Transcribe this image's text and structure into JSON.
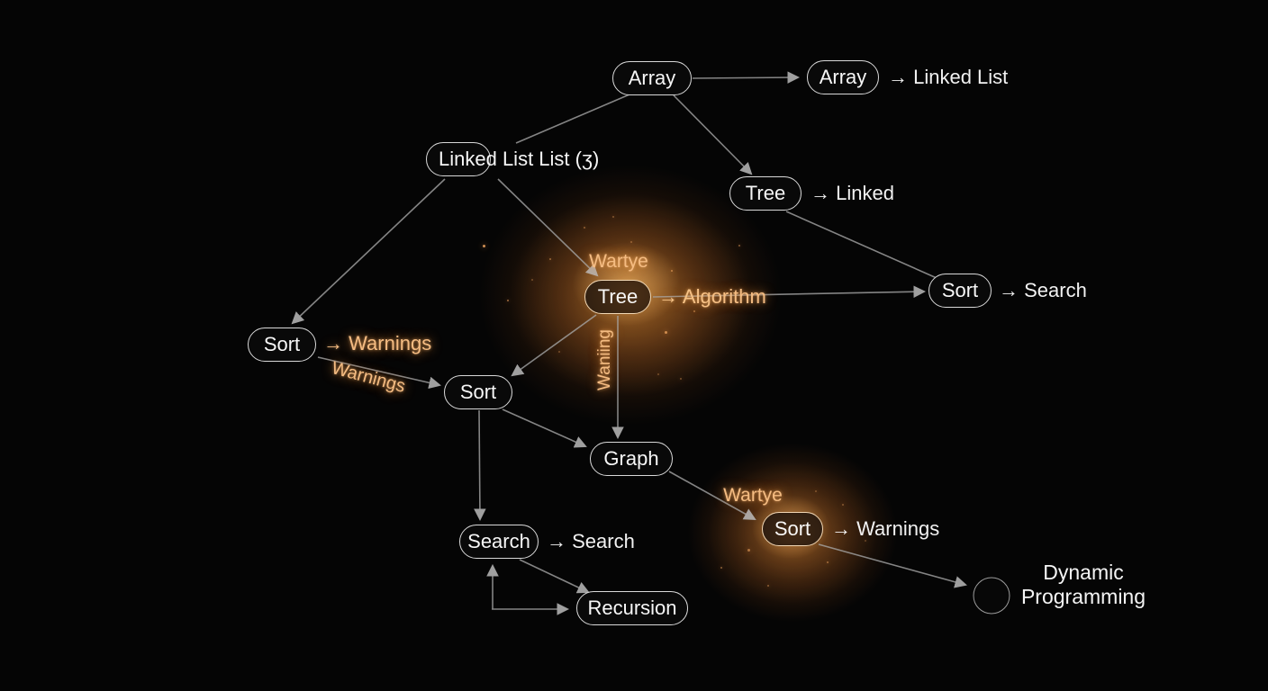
{
  "nodes": {
    "array_top": {
      "label": "Array"
    },
    "array_linked_list": {
      "label": "Array",
      "side_label": "→ Linked List"
    },
    "linked_list_list": {
      "label": "Linked List List (ʒ)"
    },
    "tree_linked": {
      "label": "Tree",
      "side_label": "→ Linked"
    },
    "tree_center": {
      "label": "Tree",
      "side_label": "→ Algorithm",
      "top_label": "Wartye"
    },
    "sort_search_right": {
      "label": "Sort",
      "side_label": "→ Search"
    },
    "sort_warnings_left": {
      "label": "Sort",
      "side_label": "→ Warnings"
    },
    "sort_mid": {
      "label": "Sort"
    },
    "graph": {
      "label": "Graph"
    },
    "search": {
      "label": "Search",
      "side_label": "→ Search"
    },
    "sort_warnings_bottom": {
      "label": "Sort",
      "side_label": "→ Warnings",
      "top_label": "Wartye"
    },
    "recursion": {
      "label": "Recursion"
    },
    "dynamic_programming": {
      "label": "Dynamic Programming"
    }
  },
  "edge_labels": {
    "warnings_edge": "Warnings",
    "waniing_edge": "Waniing"
  },
  "colors": {
    "background": "#050505",
    "node_fill": "#090909",
    "node_border": "#d9d9d9",
    "node_text": "#f7f7f7",
    "edge_line": "#8b8b8b",
    "accent_orange": "#f5bc82",
    "glow_orange": "#f08c30"
  }
}
